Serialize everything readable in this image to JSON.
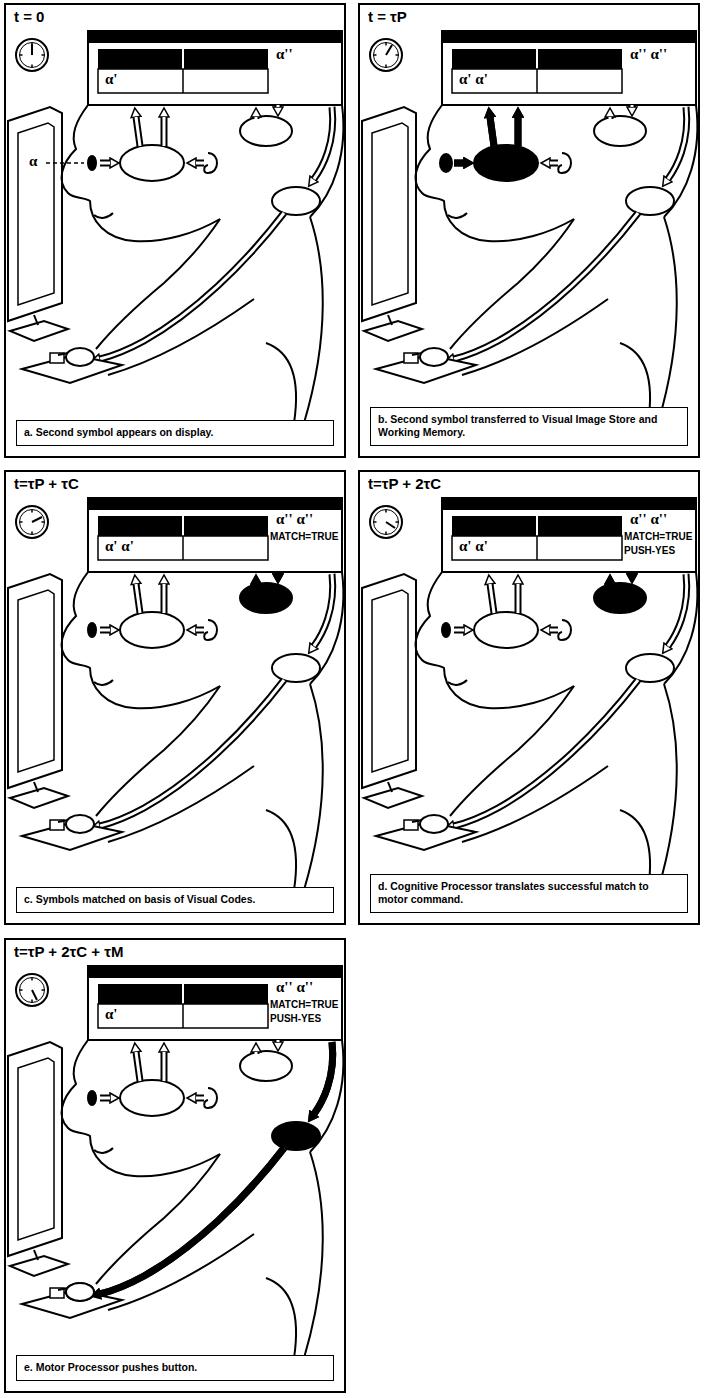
{
  "diagram": {
    "nodes": [
      {
        "text": [
          "t = 0",
          "a. Second symbol appears on display."
        ]
      },
      {
        "text": [
          "t = τP",
          "b. Second symbol transferred to Visual Image Store and Working Memory."
        ]
      },
      {
        "text": [
          "t=τP + τC",
          "c. Symbols matched on basis of Visual Codes."
        ]
      },
      {
        "text": [
          "t=τP + 2τC",
          "d. Cognitive Processor translates successful match to motor command."
        ]
      },
      {
        "text": [
          "t=τP + 2τC + τM",
          "e. Motor Processor pushes button."
        ]
      }
    ],
    "labels": [
      "α''",
      "α'",
      "α",
      "α' α'",
      "α'' α''",
      "α'' α''",
      "MATCH=TRUE",
      "α' α'",
      "α'' α''",
      "MATCH=TRUE",
      "PUSH-YES",
      "α' α'",
      "α'' α''",
      "MATCH=TRUE",
      "PUSH-YES",
      "α'"
    ]
  }
}
